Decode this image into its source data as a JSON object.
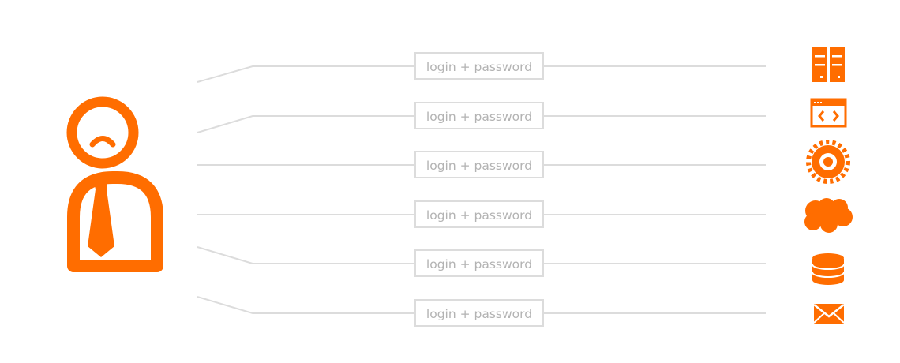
{
  "colors": {
    "accent": "#ff6d00",
    "connector": "#dcdcdc",
    "label_text": "#b3b3b3",
    "background": "#ffffff"
  },
  "user": {
    "icon": "businessman-user-icon"
  },
  "rows": [
    {
      "credential_label": "login + password",
      "target_icon": "server-rack-icon"
    },
    {
      "credential_label": "login + password",
      "target_icon": "web-code-window-icon"
    },
    {
      "credential_label": "login + password",
      "target_icon": "gear-icon"
    },
    {
      "credential_label": "login + password",
      "target_icon": "cloud-icon"
    },
    {
      "credential_label": "login + password",
      "target_icon": "database-icon"
    },
    {
      "credential_label": "login + password",
      "target_icon": "envelope-icon"
    }
  ]
}
